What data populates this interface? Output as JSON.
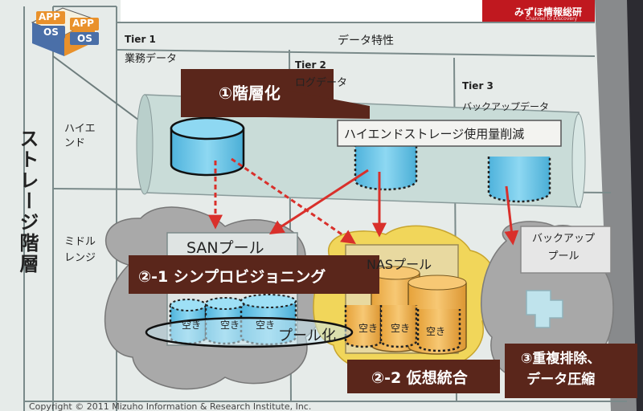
{
  "brand": {
    "company": "みずほ情報総研",
    "tagline": "Channel to Discovery",
    "accent": "#c0181f"
  },
  "logo": {
    "cells": [
      "APP",
      "APP",
      "OS",
      "OS"
    ]
  },
  "header": {
    "column_group": "データ特性",
    "row_group": "ストレージ階層"
  },
  "tiers": [
    {
      "name": "Tier 1",
      "label": "業務データ"
    },
    {
      "name": "Tier 2",
      "label": "ログデータ"
    },
    {
      "name": "Tier 3",
      "label": "バックアップデータ"
    }
  ],
  "rows": [
    {
      "label": "ハイエ\nンド"
    },
    {
      "label": "ミドル\nレンジ"
    }
  ],
  "callouts": {
    "tiering": "①階層化",
    "reduction": "ハイエンドストレージ使用量削減",
    "thin_provisioning": "②-1 シンプロビジョニング",
    "virtualization": "②-2 仮想統合",
    "dedup": "③重複排除、\nデータ圧縮"
  },
  "pools": {
    "san": "SANプール",
    "nas": "NASプール",
    "backup": "バックアップ\nプール",
    "pooling": "プール化",
    "free_label": "空き"
  },
  "footer": {
    "copyright": "Copyright © 2011 Mizuho Information & Research Institute, Inc."
  },
  "colors": {
    "callout_brown": "#5a261b",
    "drum_blue": "#64c4e8",
    "drum_orange": "#f2b244",
    "arrow_red": "#d9302b",
    "slide_bg": "#e7ecea",
    "panel_tint": "#c9dcd8"
  }
}
